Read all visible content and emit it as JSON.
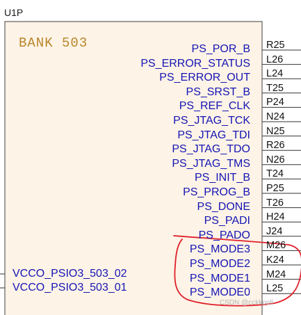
{
  "component": {
    "ref": "U1P",
    "bank_label": "BANK 503",
    "body_color": "#fdf3e6",
    "border_color": "#6b6b6b",
    "pin_name_color": "#1515b5",
    "bank_label_color": "#b8862b",
    "annotation_color": "#e0202a"
  },
  "right_pins": [
    {
      "name": "PS_POR_B",
      "number": "R25"
    },
    {
      "name": "PS_ERROR_STATUS",
      "number": "L26"
    },
    {
      "name": "PS_ERROR_OUT",
      "number": "L24"
    },
    {
      "name": "PS_SRST_B",
      "number": "T25"
    },
    {
      "name": "PS_REF_CLK",
      "number": "P24"
    },
    {
      "name": "PS_JTAG_TCK",
      "number": "N24"
    },
    {
      "name": "PS_JTAG_TDI",
      "number": "N25"
    },
    {
      "name": "PS_JTAG_TDO",
      "number": "R26"
    },
    {
      "name": "PS_JTAG_TMS",
      "number": "N26"
    },
    {
      "name": "PS_INIT_B",
      "number": "T24"
    },
    {
      "name": "PS_PROG_B",
      "number": "P25"
    },
    {
      "name": "PS_DONE",
      "number": "T26"
    },
    {
      "name": "PS_PADI",
      "number": "H24"
    },
    {
      "name": "PS_PADO",
      "number": "J24"
    },
    {
      "name": "PS_MODE3",
      "number": "M26"
    },
    {
      "name": "PS_MODE2",
      "number": "K24"
    },
    {
      "name": "PS_MODE1",
      "number": "M24"
    },
    {
      "name": "PS_MODE0",
      "number": "L25"
    }
  ],
  "left_pins": [
    {
      "name": "VCCO_PSIO3_503_02"
    },
    {
      "name": "VCCO_PSIO3_503_01"
    }
  ],
  "watermark": "CSDN @cckkppll"
}
